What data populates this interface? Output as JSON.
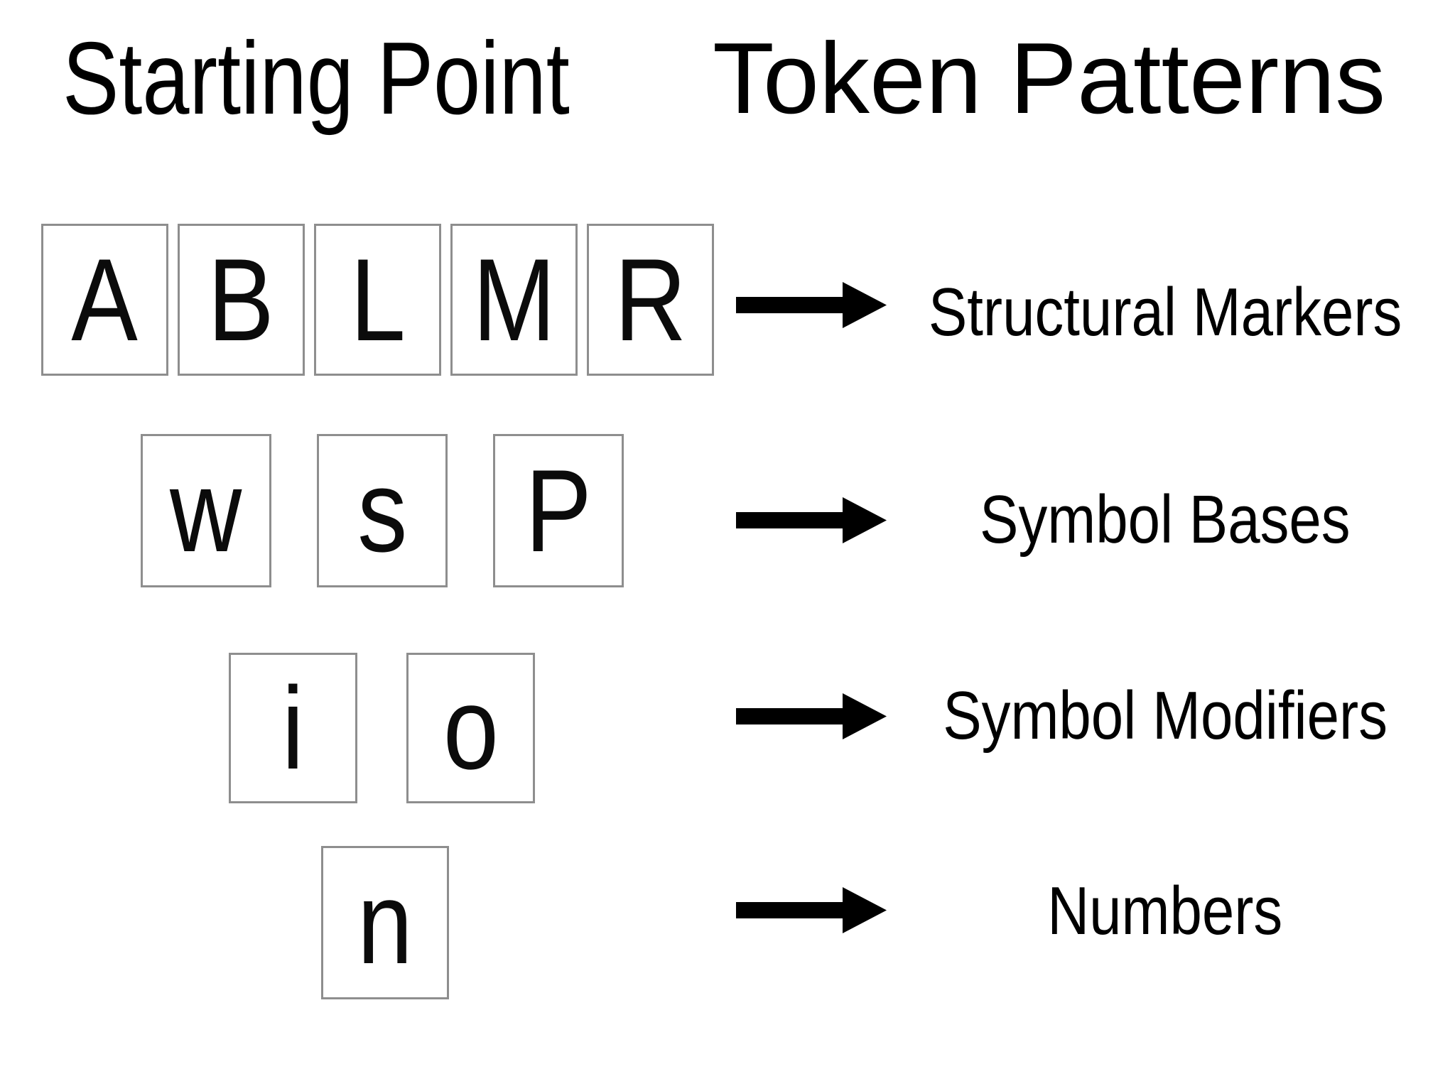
{
  "titles": {
    "left": "Starting Point",
    "right": "Token Patterns"
  },
  "rows": [
    {
      "label": "Structural Markers",
      "tokens": [
        "A",
        "B",
        "L",
        "M",
        "R"
      ]
    },
    {
      "label": "Symbol Bases",
      "tokens": [
        "w",
        "s",
        "P"
      ]
    },
    {
      "label": "Symbol Modifiers",
      "tokens": [
        "i",
        "o"
      ]
    },
    {
      "label": "Numbers",
      "tokens": [
        "n"
      ]
    }
  ],
  "colors": {
    "background": "#ffffff",
    "tile_border": "#8e8e8e",
    "text": "#000000",
    "arrow": "#000000"
  }
}
